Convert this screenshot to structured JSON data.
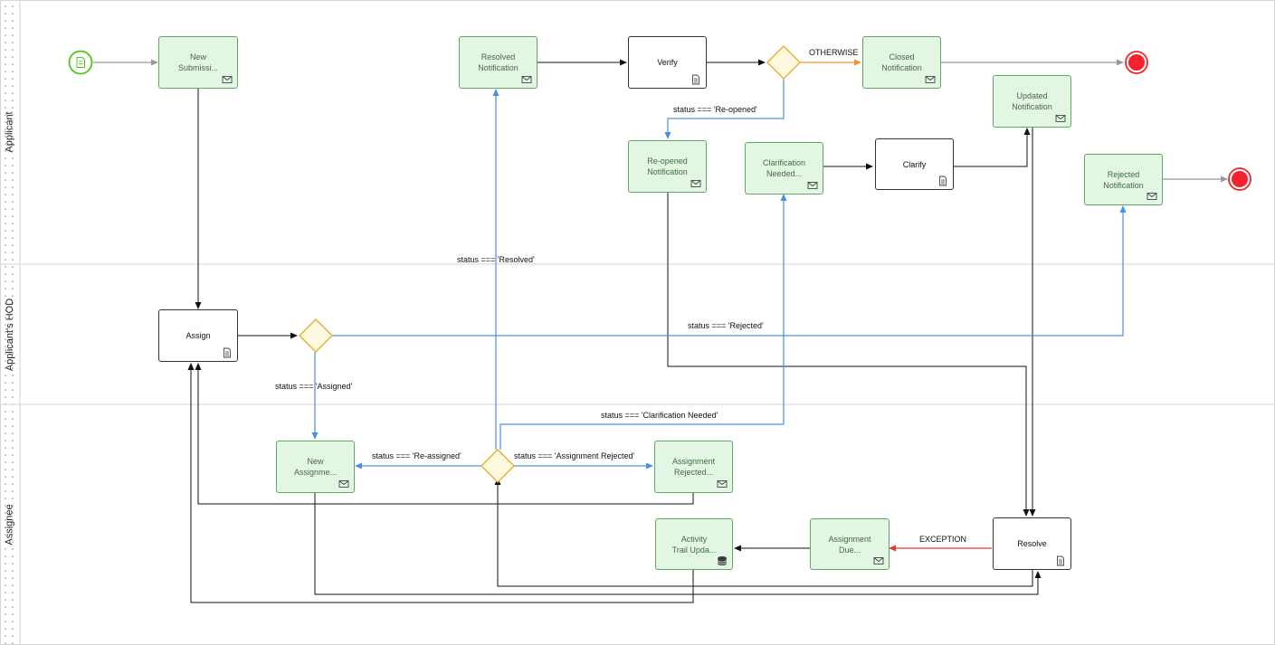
{
  "lanes": [
    {
      "id": "applicant",
      "label": "Applicant"
    },
    {
      "id": "hod",
      "label": "Applicant's HOD"
    },
    {
      "id": "assignee",
      "label": "Assignee"
    }
  ],
  "tasks": {
    "new_submission": {
      "label": "New\nSubmissi...",
      "kind": "notification",
      "icon": "envelope-icon"
    },
    "resolved_notification": {
      "label": "Resolved\nNotification",
      "kind": "notification",
      "icon": "envelope-icon"
    },
    "verify": {
      "label": "Verify",
      "kind": "user",
      "icon": "form-icon"
    },
    "closed_notification": {
      "label": "Closed\nNotification",
      "kind": "notification",
      "icon": "envelope-icon"
    },
    "updated_notification": {
      "label": "Updated\nNotification",
      "kind": "notification",
      "icon": "envelope-icon"
    },
    "reopened_notification": {
      "label": "Re-opened\nNotification",
      "kind": "notification",
      "icon": "envelope-icon"
    },
    "clarification_needed": {
      "label": "Clarification\nNeeded...",
      "kind": "notification",
      "icon": "envelope-icon"
    },
    "clarify": {
      "label": "Clarify",
      "kind": "user",
      "icon": "form-icon"
    },
    "rejected_notification": {
      "label": "Rejected\nNotification",
      "kind": "notification",
      "icon": "envelope-icon"
    },
    "assign": {
      "label": "Assign",
      "kind": "user",
      "icon": "form-icon"
    },
    "new_assignment": {
      "label": "New\nAssignme...",
      "kind": "notification",
      "icon": "envelope-icon"
    },
    "assignment_rejected": {
      "label": "Assignment\nRejected...",
      "kind": "notification",
      "icon": "envelope-icon"
    },
    "activity_trail": {
      "label": "Activity\nTrail Upda...",
      "kind": "notification",
      "icon": "database-icon"
    },
    "assignment_due": {
      "label": "Assignment\nDue...",
      "kind": "notification",
      "icon": "envelope-icon"
    },
    "resolve": {
      "label": "Resolve",
      "kind": "user",
      "icon": "form-icon"
    }
  },
  "edge_labels": {
    "otherwise": "OTHERWISE",
    "reopened": "status === 'Re-opened'",
    "resolved": "status === 'Resolved'",
    "rejected": "status === 'Rejected'",
    "assigned": "status === 'Assigned'",
    "clarification": "status === 'Clarification Needed'",
    "reassigned": "status === 'Re-assigned'",
    "assignment_rejected": "status === 'Assignment Rejected'",
    "exception": "EXCEPTION"
  },
  "colors": {
    "flow": "#111111",
    "conditional": "#4a90e2",
    "otherwise": "#e69a2e",
    "exception": "#e53935",
    "terminal": "#999999",
    "start": "#52c41a",
    "end": "#f5222d",
    "gateway_fill": "#fff9e0",
    "gateway_stroke": "#e8b23a"
  }
}
